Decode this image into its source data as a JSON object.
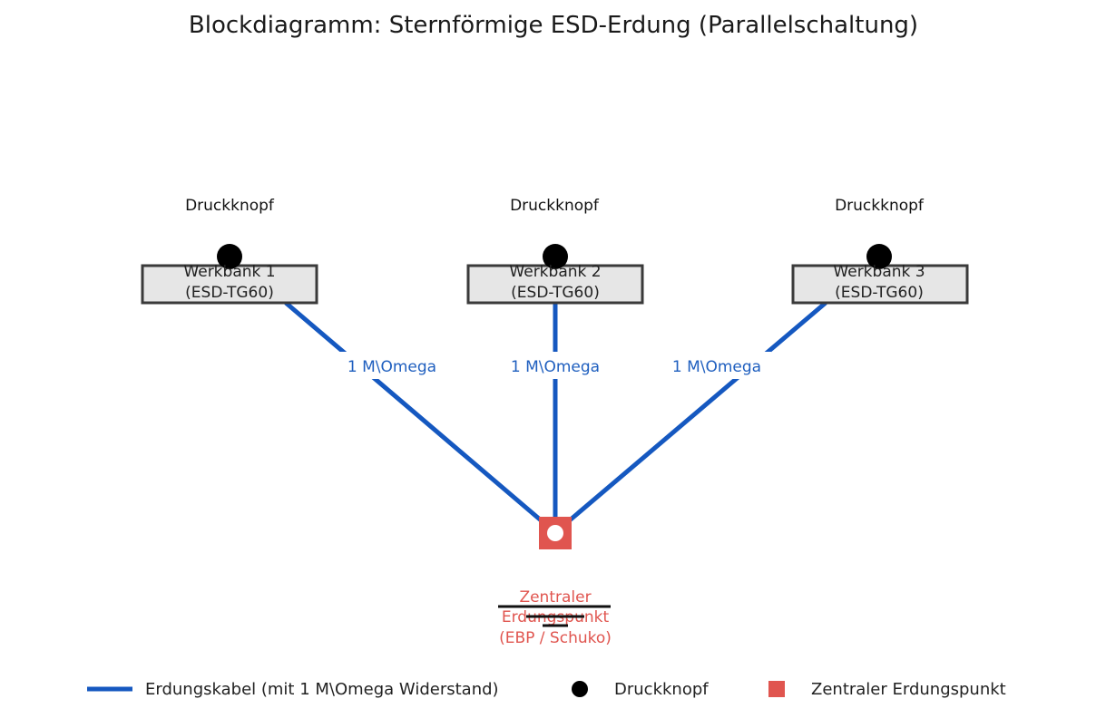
{
  "title": "Blockdiagramm: Sternförmige ESD-Erdung (Parallelschaltung)",
  "colors": {
    "cable": "#1558c0",
    "resistor_label": "#1f5fbf",
    "ground_point": "#e0554f",
    "bench_fill": "#e6e6e6",
    "bench_border": "#3a3a3a",
    "button": "#000000"
  },
  "benches": [
    {
      "button_label": "Druckknopf",
      "line1": "Werkbank 1",
      "line2": "(ESD-TG60)",
      "resistor_label": "1 M\\Omega"
    },
    {
      "button_label": "Druckknopf",
      "line1": "Werkbank 2",
      "line2": "(ESD-TG60)",
      "resistor_label": "1 M\\Omega"
    },
    {
      "button_label": "Druckknopf",
      "line1": "Werkbank 3",
      "line2": "(ESD-TG60)",
      "resistor_label": "1 M\\Omega"
    }
  ],
  "ground_point": {
    "line1": "Zentraler",
    "line2": "Erdungspunkt",
    "line3": "(EBP / Schuko)"
  },
  "legend": {
    "cable_label": "Erdungskabel (mit 1 M\\Omega Widerstand)",
    "button_label": "Druckknopf",
    "ground_label": "Zentraler Erdungspunkt"
  }
}
